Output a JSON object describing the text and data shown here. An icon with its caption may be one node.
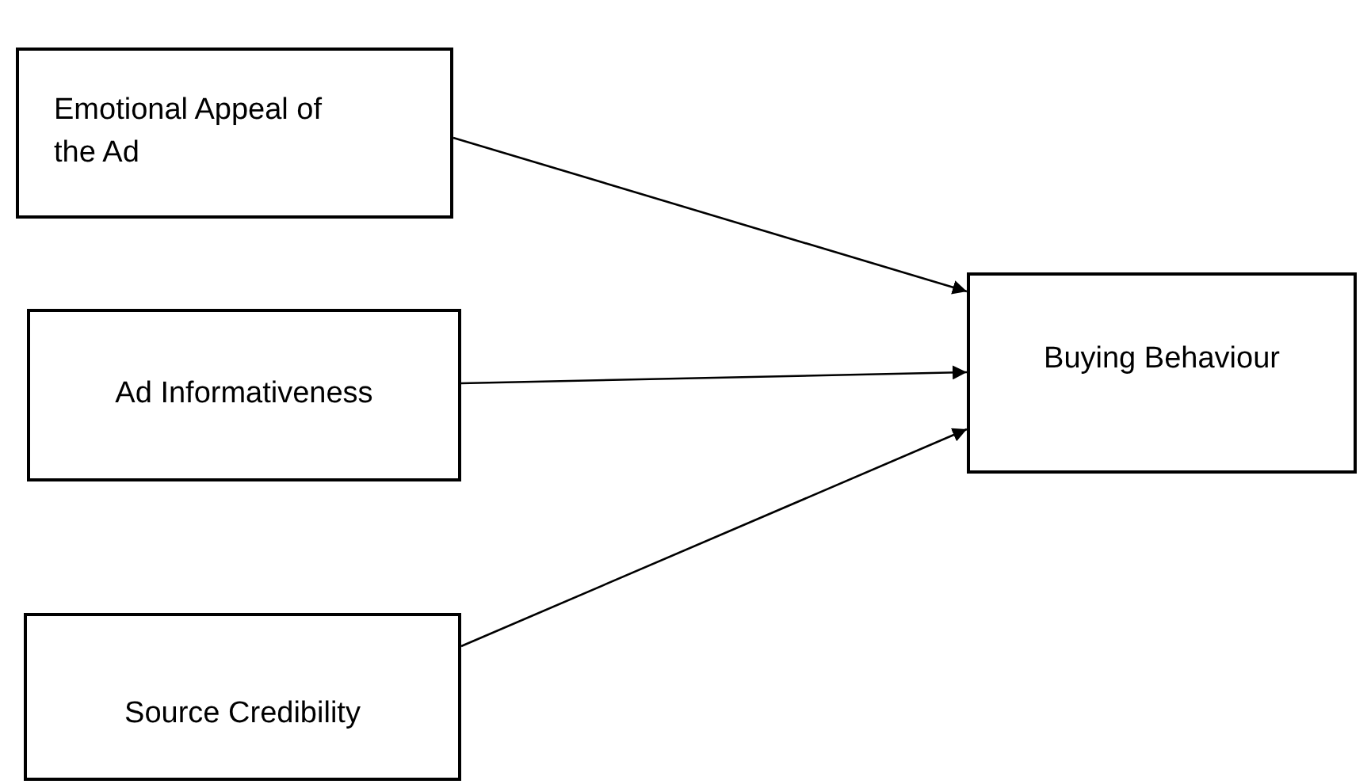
{
  "diagram": {
    "nodes": [
      {
        "text": [
          "Emotional Appeal of the Ad"
        ]
      },
      {
        "text": [
          "Ad Informativeness"
        ]
      },
      {
        "text": [
          "Source Credibility"
        ]
      },
      {
        "text": [
          "Buying Behaviour"
        ]
      }
    ],
    "edges": [
      {
        "from": 0,
        "to": 3,
        "arrow": "to"
      },
      {
        "from": 1,
        "to": 3,
        "arrow": "to"
      },
      {
        "from": 2,
        "to": 3,
        "arrow": "to"
      }
    ]
  }
}
